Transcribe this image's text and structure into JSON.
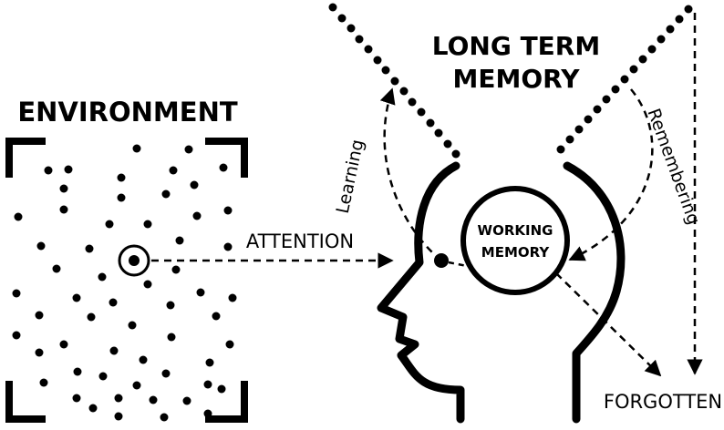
{
  "labels": {
    "environment": "ENVIRONMENT",
    "long_term_memory_line1": "LONG TERM",
    "long_term_memory_line2": "MEMORY",
    "attention": "ATTENTION",
    "working_memory_line1": "WORKING",
    "working_memory_line2": "MEMORY",
    "learning": "Learning",
    "remembering": "Remembering",
    "forgotten": "FORGOTTEN"
  },
  "colors": {
    "ink": "#000000",
    "background": "#ffffff"
  }
}
